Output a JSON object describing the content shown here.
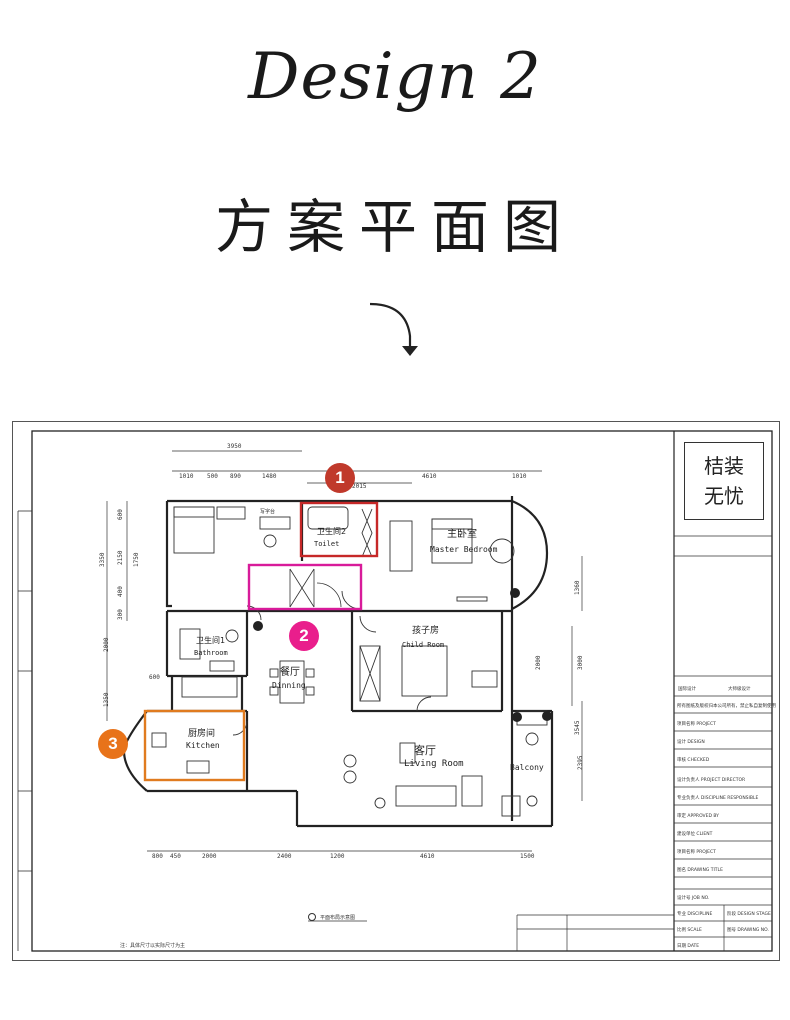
{
  "header": {
    "design_title": "Design 2",
    "cn_title": "方案平面图"
  },
  "brand": {
    "line1": "桔装",
    "line2": "无忧"
  },
  "rooms": {
    "toilet_cn": "卫生间2",
    "toilet_en": "Toilet",
    "master_cn": "主卧室",
    "master_en": "Master Bedroom",
    "bath_cn": "卫生间1",
    "bath_en": "Bathroom",
    "dining_cn": "餐厅",
    "dining_en": "Dinning",
    "child_cn": "孩子房",
    "child_en": "Child Room",
    "kitchen_cn": "厨房间",
    "kitchen_en": "Kitchen",
    "living_cn": "客厅",
    "living_en": "Living Room",
    "balcony_en": "Balcony",
    "study_cn": "写字台"
  },
  "dims_top": [
    "3950",
    "1010",
    "500",
    "890",
    "1480",
    "4610",
    "1010",
    "2015"
  ],
  "dims_bottom": [
    "800",
    "450",
    "2000",
    "2400",
    "1200",
    "4610",
    "1500"
  ],
  "dims_left": [
    "3350",
    "2150",
    "1750",
    "600",
    "400",
    "300",
    "2000",
    "1350",
    "600"
  ],
  "dims_right": [
    "1360",
    "3000",
    "2000",
    "3545",
    "2395"
  ],
  "badges": [
    "1",
    "2",
    "3"
  ],
  "colors": {
    "badge1": "#c0392b",
    "badge2": "#e91e8c",
    "badge3": "#e8731a",
    "box1": "#c62828",
    "box2": "#d81b9a",
    "box3": "#e07b1f"
  },
  "plan_caption": "平面布局示意图",
  "note": "注：具体尺寸以实际尺寸为主",
  "title_block": {
    "company": "国际设计",
    "design_team": "大师级设计",
    "rows": [
      "所有图纸及版权归本公司所有，禁止私自复制使用",
      "项目名称 PROJECT",
      "设计 DESIGN",
      "审核 CHECKED",
      "设计负责人 PROJECT DIRECTOR",
      "专业负责人 DISCIPLINE RESPONSIBLE",
      "审定 APPROVED BY",
      "建设单位 CLIENT",
      "项目名称 PROJECT",
      "图名 DRAWING TITLE"
    ],
    "small": [
      "设计号 JOB NO.",
      "阶段 DESIGN STAGE",
      "专业 DISCIPLINE",
      "比例 SCALE",
      "图号 DRAWING NO.",
      "日期 DATE"
    ]
  }
}
